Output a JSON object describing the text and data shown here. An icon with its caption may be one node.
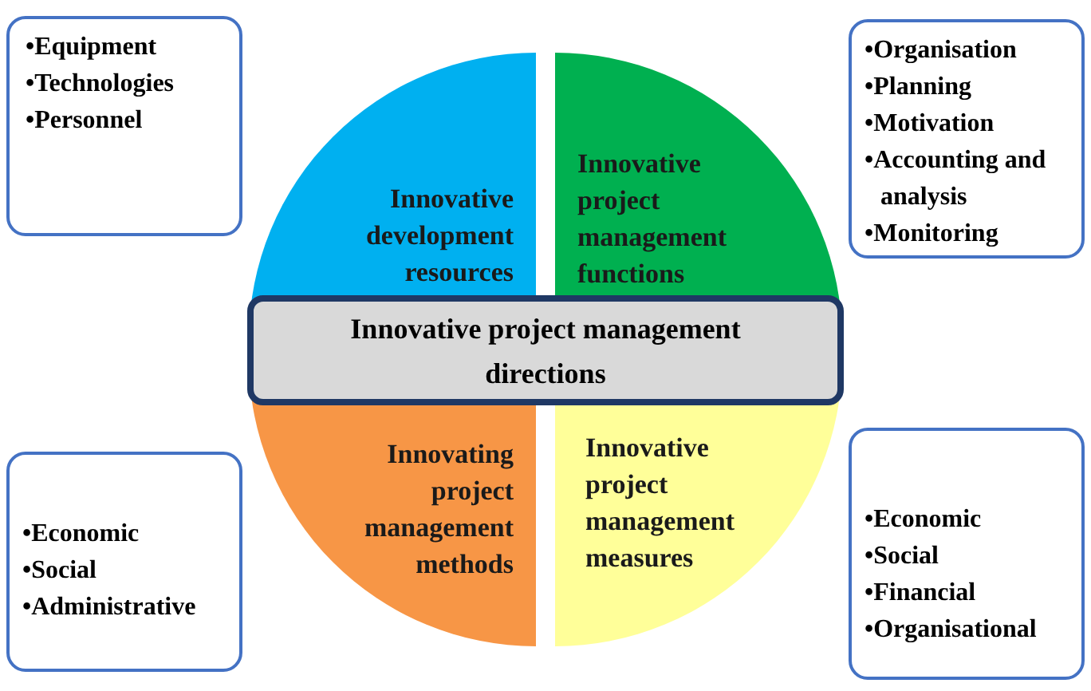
{
  "diagram": {
    "nodes": [
      {
        "text": [
          "•Equipment",
          "•Technologies",
          "•Personnel"
        ]
      },
      {
        "text": [
          "Innovative development resources"
        ]
      },
      {
        "text": [
          "Innovative project management functions"
        ]
      },
      {
        "text": [
          "•Organisation",
          "•Planning",
          "•Motivation",
          "•Accounting and analysis",
          "•Monitoring"
        ]
      },
      {
        "text": [
          "Innovative project management directions"
        ]
      },
      {
        "text": [
          "•Economic",
          "•Social",
          "•Administrative"
        ]
      },
      {
        "text": [
          "Innovating project management methods"
        ]
      },
      {
        "text": [
          "Innovative project management measures"
        ]
      },
      {
        "text": [
          "•Economic",
          "•Social",
          "•Financial",
          "•Organisational"
        ]
      }
    ],
    "edges": []
  }
}
